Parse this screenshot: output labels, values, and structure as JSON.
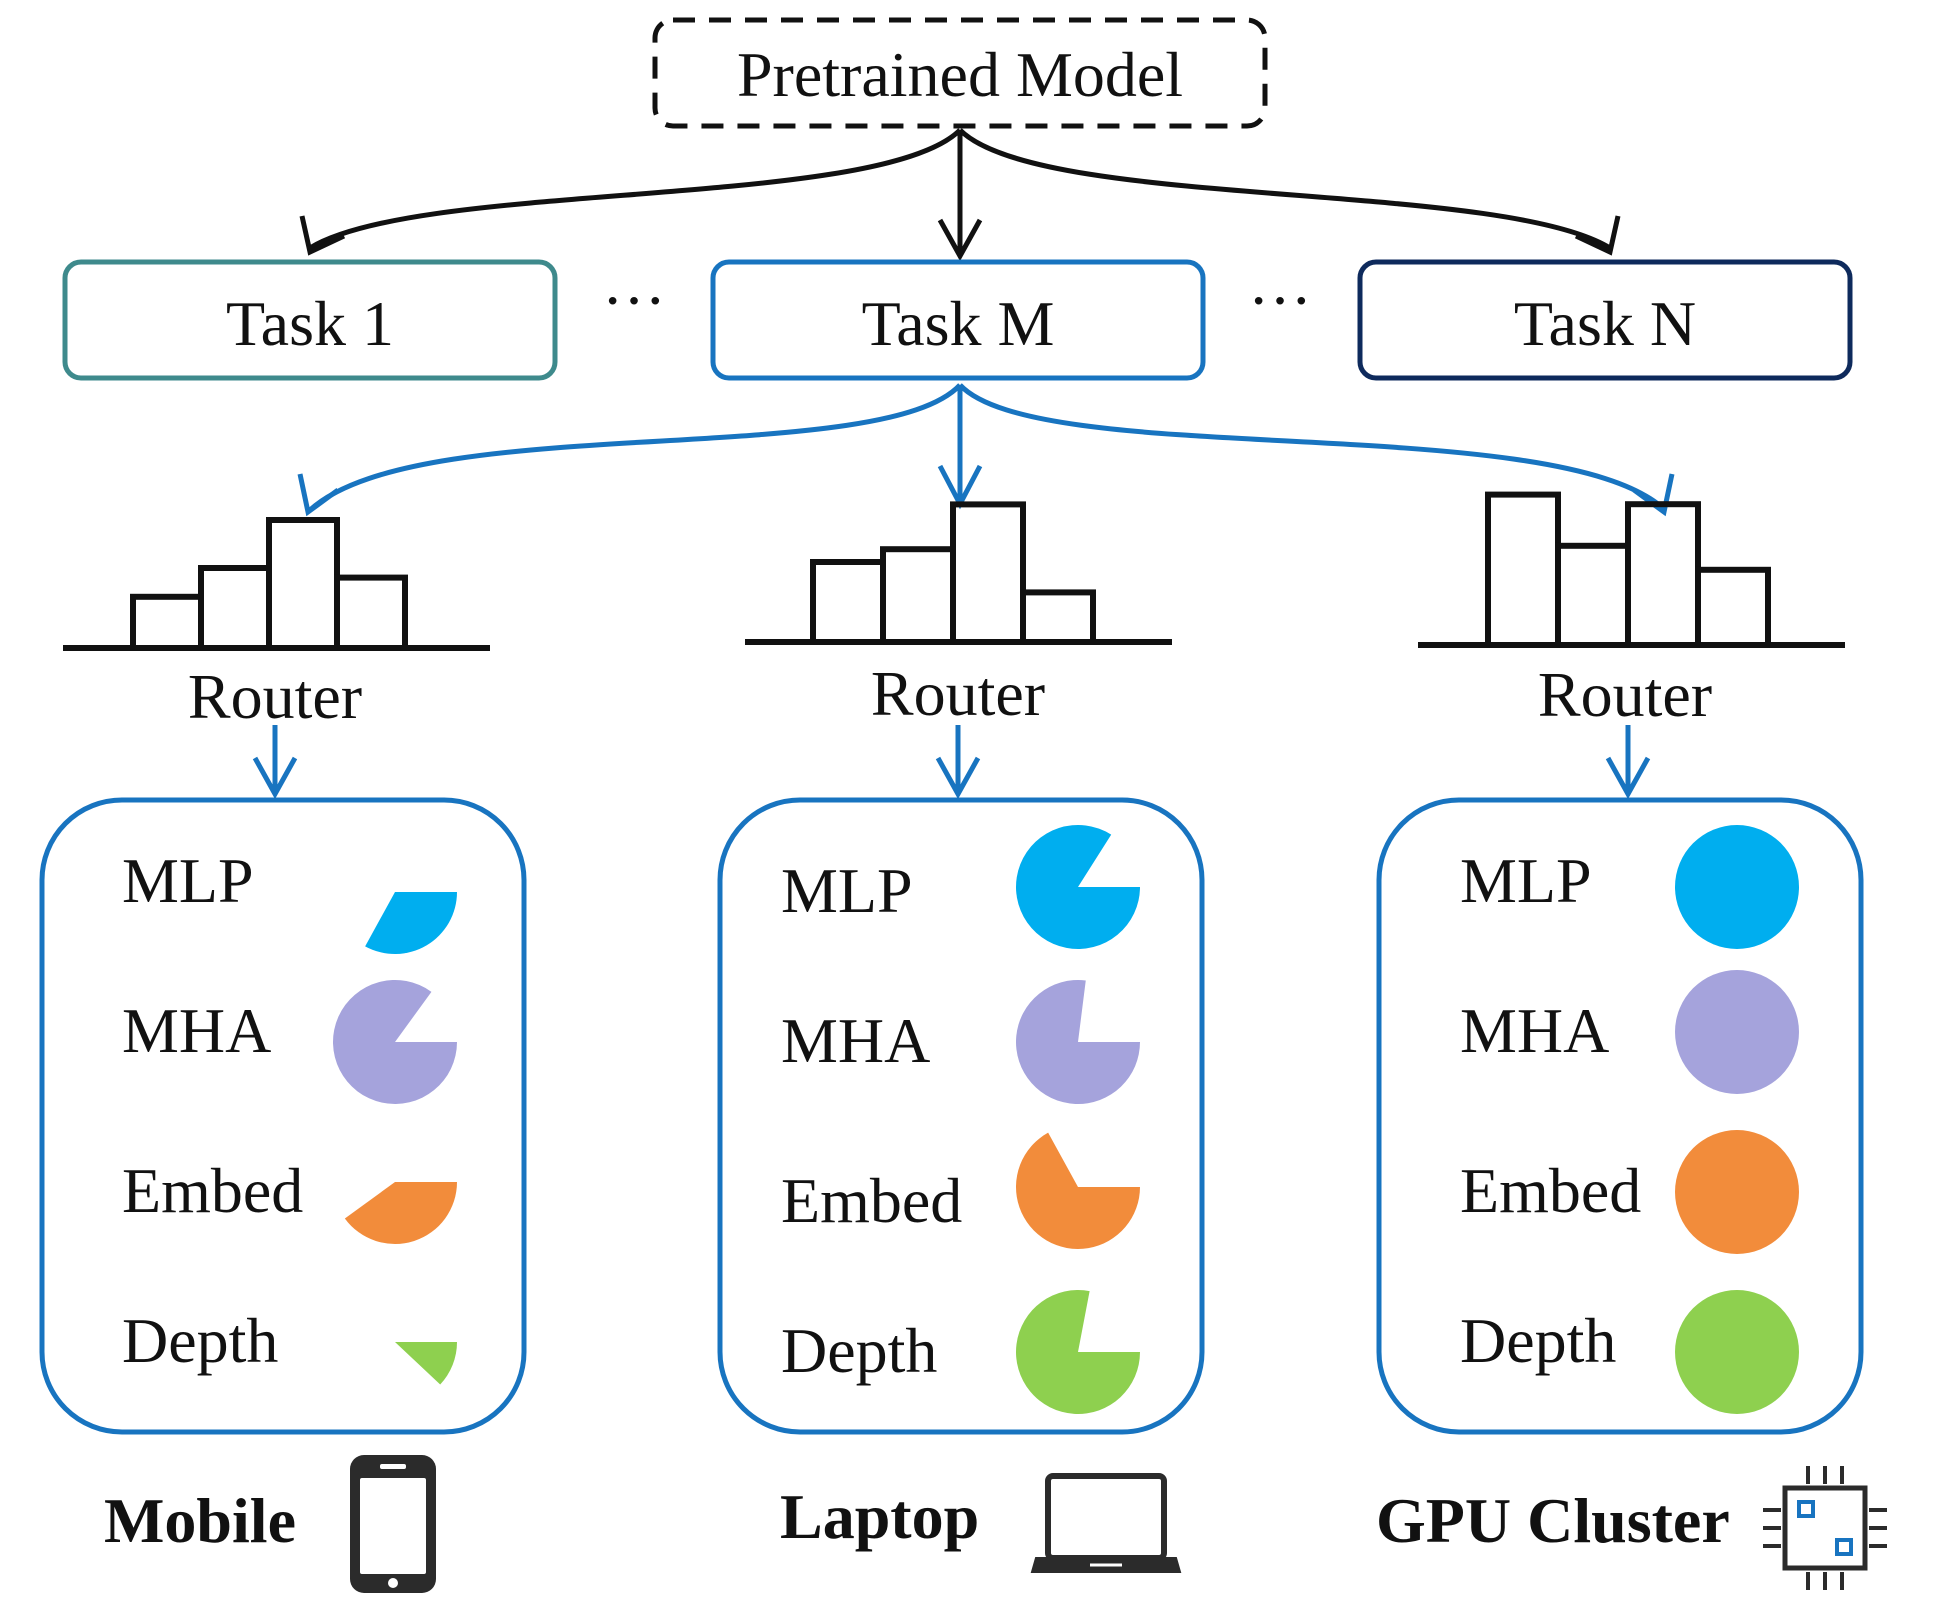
{
  "root": {
    "label": "Pretrained Model"
  },
  "tasks": [
    {
      "label": "Task 1",
      "color": "#3E8A8C"
    },
    {
      "label": "Task M",
      "color": "#1874C0"
    },
    {
      "label": "Task N",
      "color": "#0E2A5C"
    }
  ],
  "ellipsis": "···",
  "arrow_colors": {
    "top": "#111111",
    "task": "#1874C0"
  },
  "module_colors": {
    "MLP": "#00AEEF",
    "MHA": "#A5A3DC",
    "Embed": "#F28C3B",
    "Depth": "#8ED04F"
  },
  "columns": [
    {
      "router_label": "Router",
      "router_bins": [
        0.32,
        0.5,
        0.8,
        0.44
      ],
      "device": {
        "label": "Mobile",
        "icon": "smartphone-icon"
      },
      "modules": [
        {
          "name": "MLP",
          "fraction": 0.33
        },
        {
          "name": "MHA",
          "fraction": 0.85
        },
        {
          "name": "Embed",
          "fraction": 0.4
        },
        {
          "name": "Depth",
          "fraction": 0.12
        }
      ]
    },
    {
      "router_label": "Router",
      "router_bins": [
        0.5,
        0.58,
        0.86,
        0.31
      ],
      "device": {
        "label": "Laptop",
        "icon": "laptop-icon"
      },
      "modules": [
        {
          "name": "MLP",
          "fraction": 0.84
        },
        {
          "name": "MHA",
          "fraction": 0.77
        },
        {
          "name": "Embed",
          "fraction": 0.67
        },
        {
          "name": "Depth",
          "fraction": 0.78
        }
      ]
    },
    {
      "router_label": "Router",
      "router_bins": [
        0.94,
        0.62,
        0.88,
        0.47
      ],
      "device": {
        "label": "GPU Cluster",
        "icon": "gpu-chip-icon"
      },
      "modules": [
        {
          "name": "MLP",
          "fraction": 1.0
        },
        {
          "name": "MHA",
          "fraction": 1.0
        },
        {
          "name": "Embed",
          "fraction": 1.0
        },
        {
          "name": "Depth",
          "fraction": 1.0
        }
      ]
    }
  ]
}
